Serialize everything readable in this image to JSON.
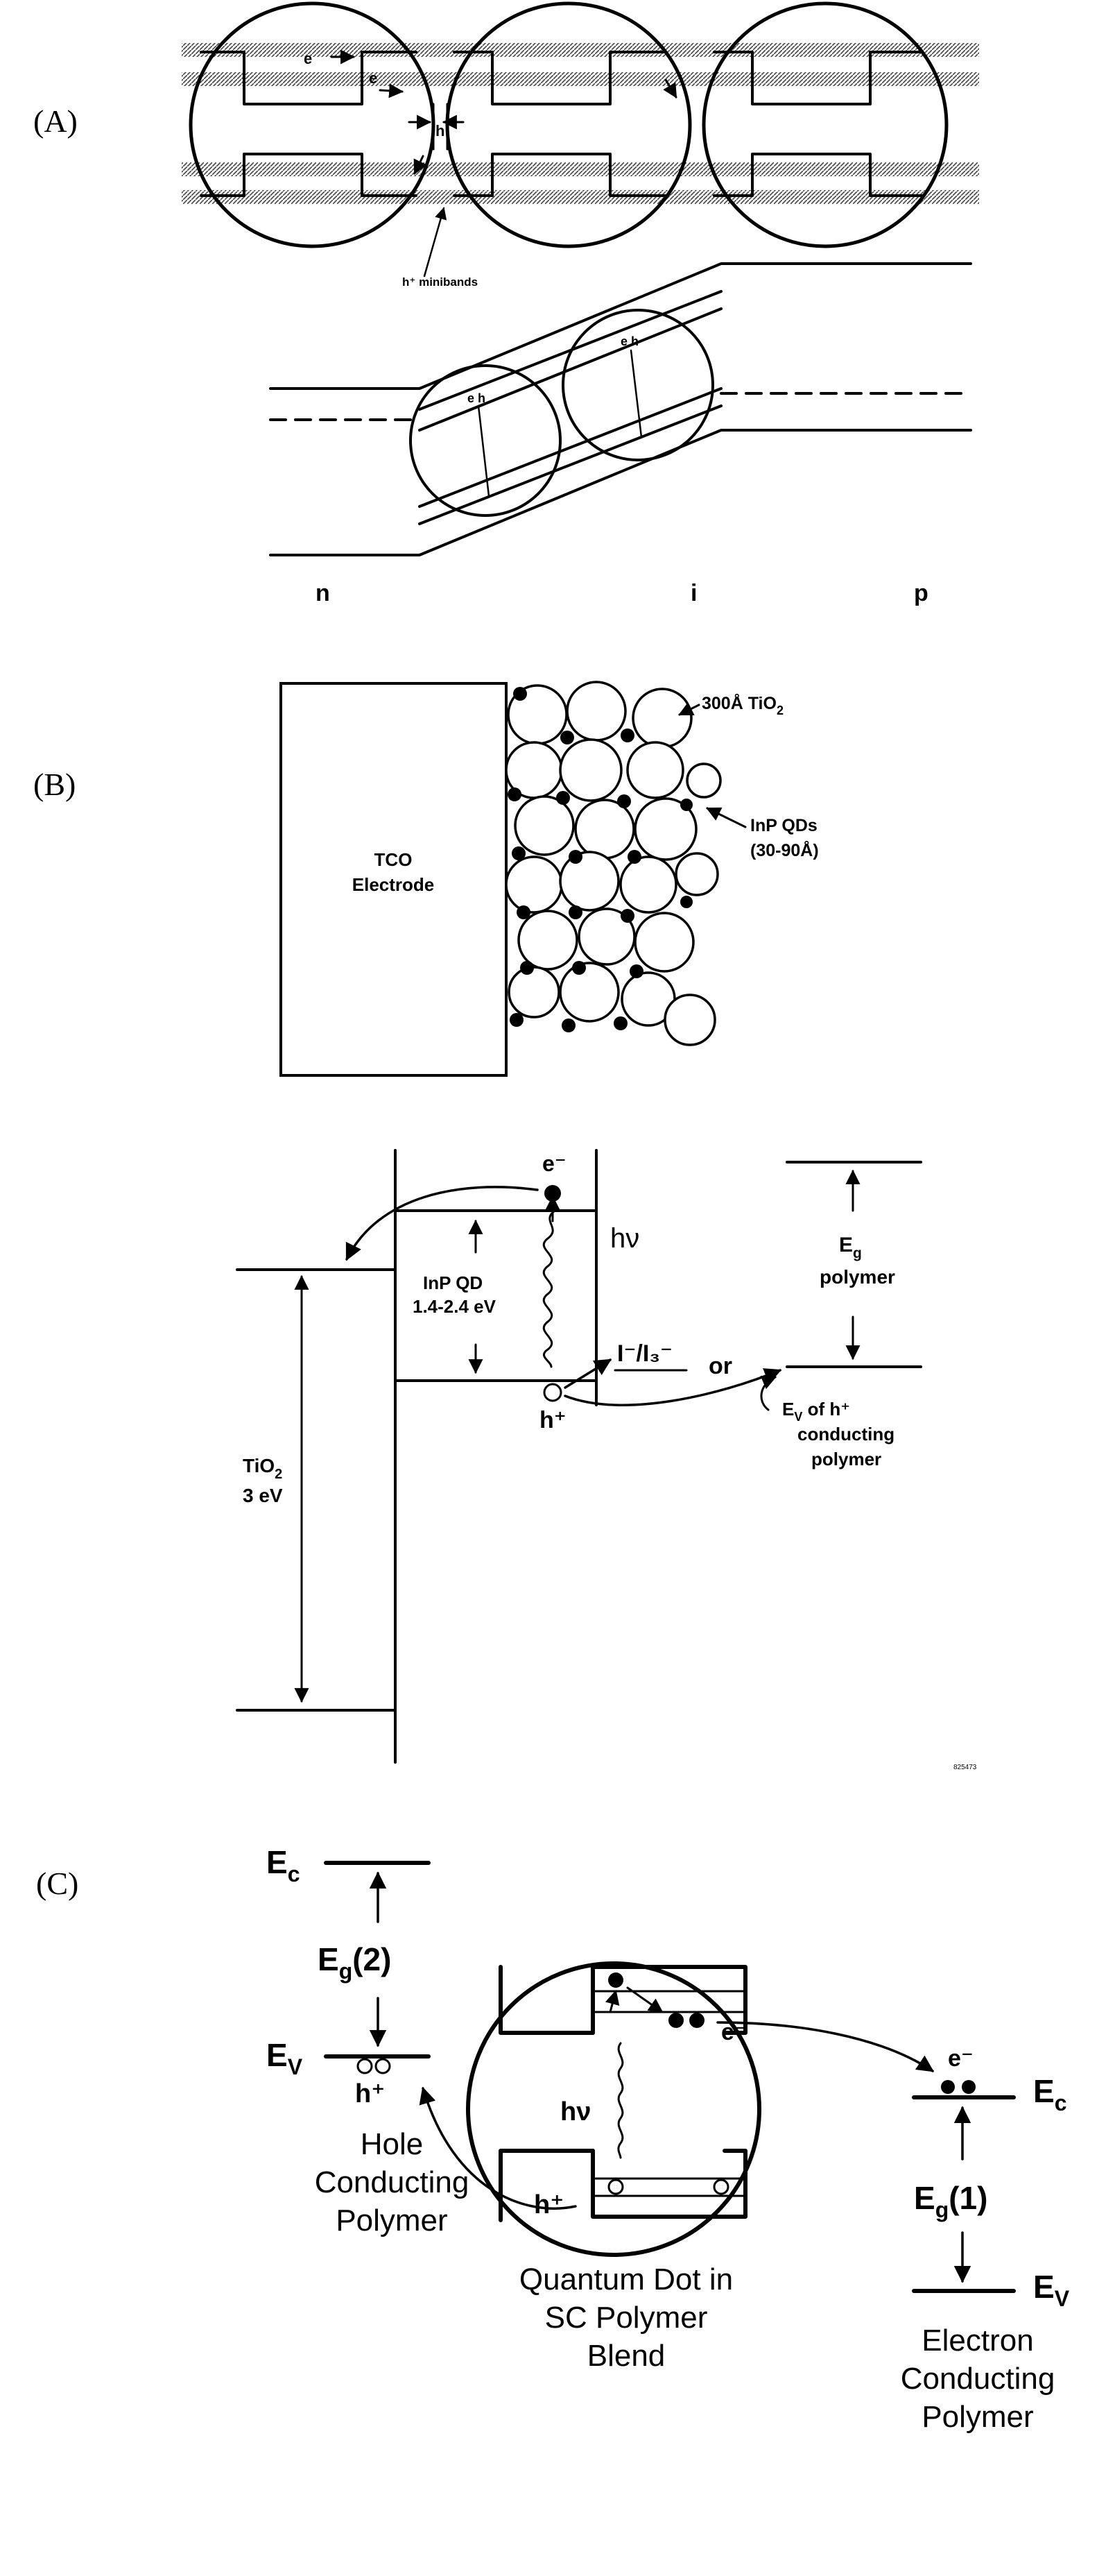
{
  "panels": {
    "a": {
      "label": "(A)",
      "dot_labels": [
        "e",
        "e",
        "h"
      ],
      "miniband_label": "h⁺ minibands",
      "junction_labels": [
        "n",
        "i",
        "p"
      ]
    },
    "b": {
      "label": "(B)",
      "electrode_line1": "TCO",
      "electrode_line2": "Electrode",
      "tio2_callout": "300Å TiO",
      "tio2_callout_sub": "2",
      "inp_callout_line1": "InP  QDs",
      "inp_callout_line2": "(30-90Å)",
      "electron": "e⁻",
      "hv": "hν",
      "qd_line1": "InP QD",
      "qd_line2": "1.4-2.4 eV",
      "redox": "I⁻/I₃⁻",
      "or": "or",
      "eg_main": "E",
      "eg_sub": "g",
      "eg_polymer": "polymer",
      "hole": "h⁺",
      "ev_main": "E",
      "ev_sub": "V",
      "ev_text": " of h⁺",
      "ev_line2": "conducting",
      "ev_line3": "polymer",
      "tio2_main": "TiO",
      "tio2_sub": "2",
      "tio2_gap": "3 eV",
      "figure_code": "825473"
    },
    "c": {
      "label": "(C)",
      "ec_main": "E",
      "ec_sub": "c",
      "eg2_main": "E",
      "eg2_sub": "g",
      "eg2_tail": "(2)",
      "ev_main": "E",
      "ev_sub": "V",
      "hole_left": "h⁺",
      "hole_dot": "h⁺",
      "hv": "hν",
      "electron_dot": "e⁻",
      "electron_right": "e⁻",
      "ec_right_main": "E",
      "ec_right_sub": "c",
      "eg1_main": "E",
      "eg1_sub": "g",
      "eg1_tail": "(1)",
      "ev_right_main": "E",
      "ev_right_sub": "V",
      "hole_polymer": [
        "Hole",
        "Conducting",
        "Polymer"
      ],
      "qd_blend": [
        "Quantum Dot in",
        "SC Polymer",
        "Blend"
      ],
      "electron_polymer": [
        "Electron",
        "Conducting",
        "Polymer"
      ]
    }
  }
}
